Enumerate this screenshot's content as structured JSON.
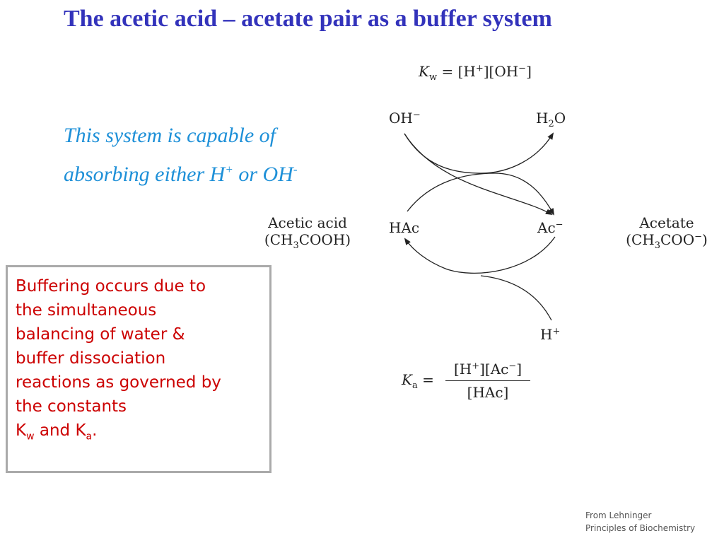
{
  "slide": {
    "title": "The acetic acid – acetate pair as a buffer system",
    "capable": {
      "line1": "This system is capable of",
      "line2_pre": "absorbing either H",
      "h_charge": "+",
      "mid": " or OH",
      "oh_charge": "-"
    },
    "callout": {
      "lines": [
        "Buffering occurs due to",
        "the simultaneous",
        "balancing of water &",
        "buffer dissociation",
        "reactions  as governed by",
        "the constants"
      ],
      "k": "K",
      "w_sub": "w",
      "and": " and K",
      "a_sub": "a",
      "end": "."
    },
    "source": {
      "line1": "From Lehninger",
      "line2": "Principles of Biochemistry"
    }
  },
  "diagram": {
    "kw": {
      "k": "K",
      "sub": "w",
      "rest": " = [H",
      "plus": "+",
      "mid": "][OH",
      "minus": "−",
      "end": "]"
    },
    "oh": {
      "base": "OH",
      "charge": "−"
    },
    "h2o": {
      "h": "H",
      "sub": "2",
      "o": "O"
    },
    "hac": "HAc",
    "ac": {
      "base": "Ac",
      "charge": "−"
    },
    "hplus": {
      "base": "H",
      "charge": "+"
    },
    "acetic": {
      "name": "Acetic acid",
      "pre": "(CH",
      "sub": "3",
      "post": "COOH)"
    },
    "acetate": {
      "name": "Acetate",
      "pre": "(CH",
      "sub": "3",
      "post": "COO",
      "charge": "−",
      "end": ")"
    },
    "ka": {
      "k": "K",
      "sub": "a",
      "eq": " =",
      "num_pre": "[H",
      "num_plus": "+",
      "num_mid": "][Ac",
      "num_minus": "−",
      "num_end": "]",
      "den": "[HAc]"
    }
  }
}
